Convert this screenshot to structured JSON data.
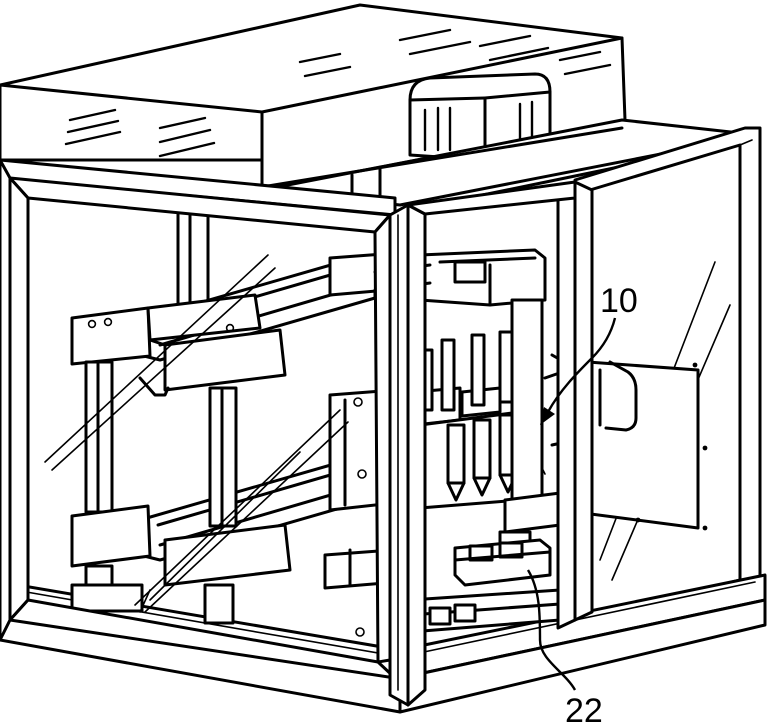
{
  "figure": {
    "reference_numerals": [
      {
        "id": "ref-10",
        "label": "10"
      },
      {
        "id": "ref-22",
        "label": "22"
      }
    ]
  }
}
